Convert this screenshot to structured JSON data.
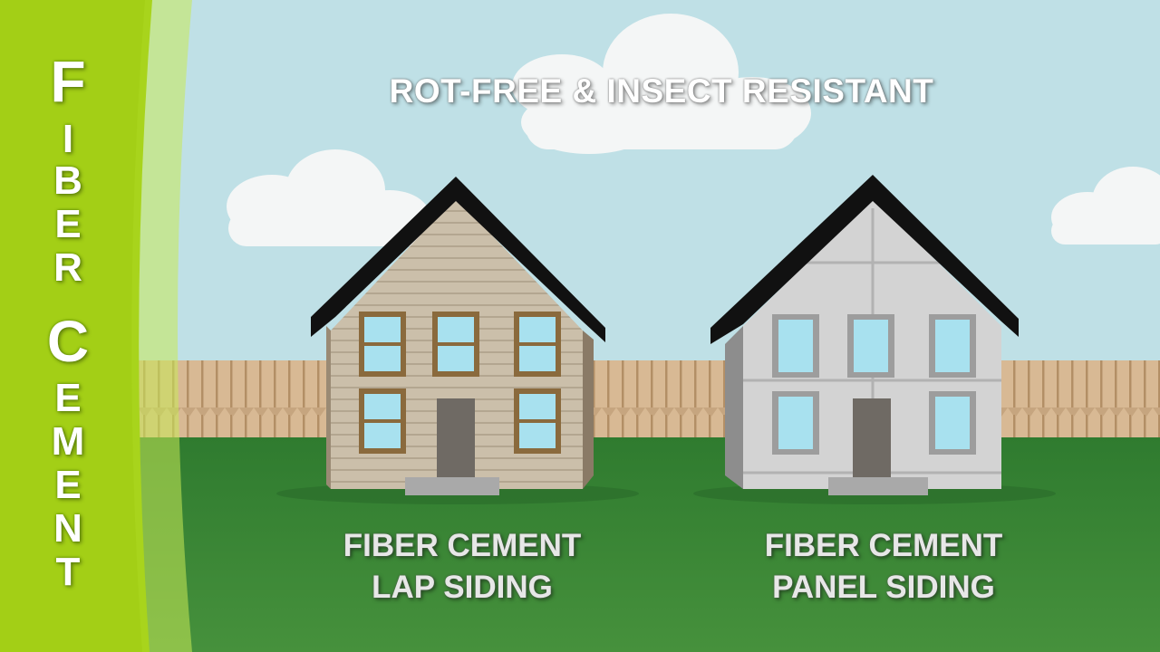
{
  "sidebar": {
    "title_word1_initial": "F",
    "title_word1_rest": [
      "I",
      "B",
      "E",
      "R"
    ],
    "title_word2_initial": "C",
    "title_word2_rest": [
      "E",
      "M",
      "E",
      "N",
      "T"
    ]
  },
  "headline": "ROT-FREE & INSECT RESISTANT",
  "houses": [
    {
      "line1": "FIBER CEMENT",
      "line2": "LAP SIDING"
    },
    {
      "line1": "FIBER CEMENT",
      "line2": "PANEL SIDING"
    }
  ],
  "colors": {
    "sky": "#bfe0e6",
    "grass": "#3f8a3a",
    "sidebar_green": "#a8d41c",
    "lap_siding": "#c9bda8",
    "panel_siding": "#d2d2d2",
    "roof": "#111111",
    "window_glass": "#a8e1ef"
  }
}
